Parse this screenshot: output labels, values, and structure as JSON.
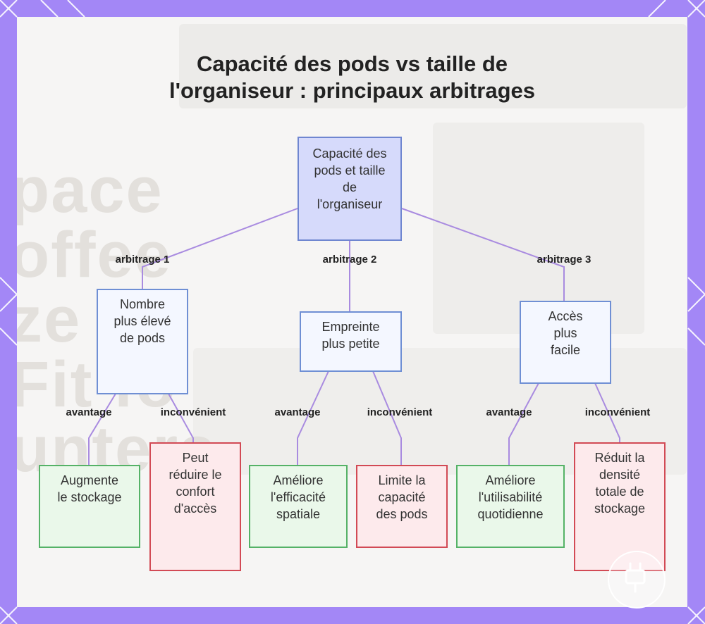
{
  "title": "Capacité des pods vs taille de l'organiseur : principaux arbitrages",
  "background_text": [
    "pace",
    "offee",
    "ze",
    "Fit fo",
    "unters"
  ],
  "root": "Capacité des pods et taille de l'organiseur",
  "branches": [
    {
      "edge_label": "arbitrage 1",
      "node": "Nombre plus élevé de pods",
      "pro_label": "avantage",
      "pro": "Augmente le stockage",
      "con_label": "inconvénient",
      "con": "Peut réduire le confort d'accès"
    },
    {
      "edge_label": "arbitrage 2",
      "node": "Empreinte plus petite",
      "pro_label": "avantage",
      "pro": "Améliore l'efficacité spatiale",
      "con_label": "inconvénient",
      "con": "Limite la capacité des pods"
    },
    {
      "edge_label": "arbitrage 3",
      "node": "Accès plus facile",
      "pro_label": "avantage",
      "pro": "Améliore l'utilisabilité quotidienne",
      "con_label": "inconvénient",
      "con": "Réduit la densité totale de stockage"
    }
  ],
  "colors": {
    "frame": "#a387f6",
    "edge": "#a98be0",
    "root_fill": "#d6dafb",
    "pro_border": "#55b267",
    "con_border": "#d24a55"
  },
  "badge_icon": "plug-icon"
}
